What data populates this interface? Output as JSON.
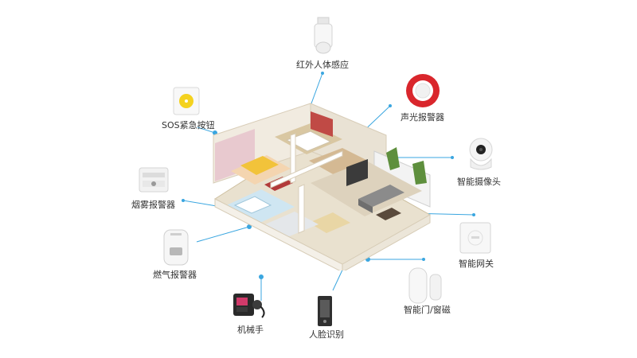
{
  "devices": [
    {
      "id": "pir",
      "label": "红外人体感应"
    },
    {
      "id": "sos",
      "label": "SOS紧急按钮"
    },
    {
      "id": "siren",
      "label": "声光报警器"
    },
    {
      "id": "camera",
      "label": "智能摄像头"
    },
    {
      "id": "smoke",
      "label": "烟雾报警器"
    },
    {
      "id": "gateway",
      "label": "智能网关"
    },
    {
      "id": "gas",
      "label": "燃气报警器"
    },
    {
      "id": "door",
      "label": "智能门/窗磁"
    },
    {
      "id": "manipulator",
      "label": "机械手"
    },
    {
      "id": "face",
      "label": "人脸识别"
    }
  ],
  "colors": {
    "connector": "#3aa6e0",
    "siren_ring": "#d9262c",
    "sos_button": "#f4d21f",
    "wall": "#f3efe6",
    "floor": "#d8c9a8"
  }
}
